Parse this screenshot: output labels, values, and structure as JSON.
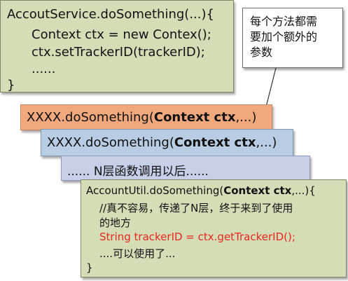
{
  "service_box": {
    "line1": "AccoutService.doSomething(...){",
    "line2": "Context ctx = new Contex();",
    "line3": "ctx.setTrackerID(trackerID);",
    "line4": "......",
    "line5": "}"
  },
  "note": {
    "line1": "每个方法都需",
    "line2": "要加个额外的",
    "line3": "参数"
  },
  "layer1": {
    "prefix": "XXXX.doSomething(",
    "bold": "Context ctx",
    "suffix": ",...)"
  },
  "layer2": {
    "prefix": "XXXX.doSomething(",
    "bold": "Context ctx",
    "suffix": ",...)"
  },
  "layer3": {
    "text": "......  N层函数调用以后......"
  },
  "util_box": {
    "line1_prefix": "AccountUtil.doSomething(",
    "line1_bold": "Context ctx",
    "line1_suffix": ",...){",
    "line2": "//真不容易，传递了N层，终于来到了使用",
    "line3": "的地方",
    "line4": "String trackerID = ctx.getTrackerID();",
    "line5": "....可以使用了...",
    "line6": "}"
  },
  "colors": {
    "green_box": "#d4ddb6",
    "orange_box": "#f0a87c",
    "blue_box": "#b8cce4",
    "lavender_box": "#c8cfe8",
    "highlight_red": "#e8251f"
  }
}
